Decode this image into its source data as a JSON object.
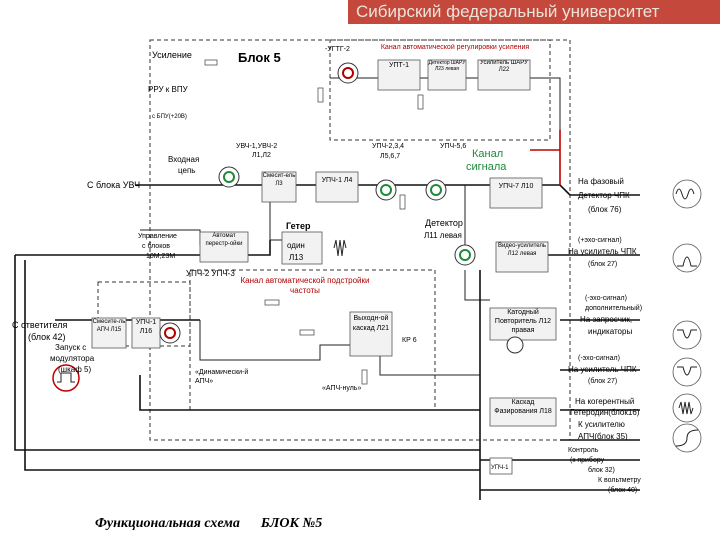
{
  "banner": "Сибирский федеральный университет",
  "caption": "Функциональная схема      БЛОК №5",
  "labels": {
    "usilenie": "Усиление",
    "blok5": "Блок 5",
    "ugtg2": "-УГТГ-2",
    "rru": "РРУ к ВПУ",
    "rru_sub": "с БПУ(+20В)",
    "kanal_autoreg": "Канал автоматической регулировки усиления",
    "upt1": "УПТ-1",
    "det_sharu": "Детектор ШАРУ Л23 левая",
    "usil_sharu": "Усилитель ШАРУ Л22",
    "uvch": "УВЧ-1,УВЧ-2",
    "uvch_l": "Л1,Л2",
    "vhod1": "Входная",
    "vhod2": "цепь",
    "upch234": "УПЧ-2,3,4",
    "l567": "Л5,6,7",
    "upch56": "УПЧ-5,6",
    "kanal1": "Канал",
    "kanal2": "сигнала",
    "s_bloka": "С блока УВЧ",
    "smesitel_l3": "Смесит-ель Л3",
    "upch1": "УПЧ-1 Л4",
    "upch7": "УПЧ-7 Л10",
    "na_faz1": "На фазовый",
    "na_faz2": "Детектор ЧПК",
    "na_faz3": "(блок 76)",
    "upr1": "Управление",
    "upr2": "с блоков",
    "upr3": "10М,23М",
    "avtomat": "Автомат перестр-ойки",
    "geter1": "Гетер",
    "geter2": "один",
    "geter3": "Л13",
    "detektor1": "Детектор",
    "detektor2": "Л11 левая",
    "video_usil": "Видео-усилитель Л12 левая",
    "ekho1": "(+эхо-сигнал)",
    "ekho2": "На усилитель ЧПК",
    "ekho3": "(блок 27)",
    "upch_apch": "УПЧ-2 УПЧ-3",
    "kanal_apch": "Канал автоматической подстройки частоты",
    "s_otvet1": "С ответителя",
    "s_otvet2": "(блок 42)",
    "smesitel_apch": "Смесите-ль АПЧ Л15",
    "upch1_l16": "УПЧ-1 Л16",
    "vyh_kaskad": "Выходн-ой каскад Л21",
    "kr": "КР 6",
    "dop_ekho1": "(-эхо-сигнал)",
    "dop_ekho2": "дополнительный)",
    "dop_ekho3": "На запросчик,",
    "dop_ekho4": "индикаторы",
    "katod": "Катодный Повторитель Л12 правая",
    "zapusk1": "Запуск с",
    "zapusk2": "модулятора",
    "zapusk3": "(шкаф 5)",
    "dyn_apch": "«Динамически-й АПЧ»",
    "apch_null": "«АПЧ-нуль»",
    "ekho4": "(-эхо-сигнал)",
    "ekho5": "На усилитель ЧПК",
    "ekho6": "(блок 27)",
    "kaskad_faz": "Каскад Фазирования Л18",
    "kog1": "На когерентный",
    "kog2": "Гетеродин(блок16)",
    "kog3": "К усилителю",
    "kog4": "АПЧ(блок 35)",
    "kontrol1": "Контроль",
    "kontrol2": "(к прибору",
    "kontrol3": "блок 32)",
    "kvolt1": "К вольтметру",
    "kvolt2": "(блок 40)",
    "upch_bottom": "УПЧ-1"
  },
  "colors": {
    "banner_bg": "#c0392b",
    "accent_red": "#b00000",
    "lamp_green": "#1e8a3a"
  }
}
